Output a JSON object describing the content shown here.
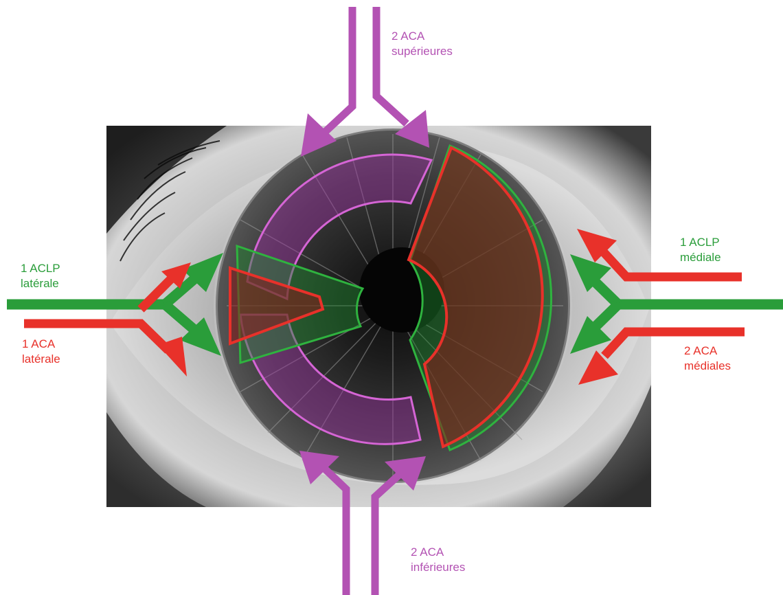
{
  "colors": {
    "aca_superior_inferior": "#b352b3",
    "aclp": "#2a9d3a",
    "aca_lateral_medial": "#e8312a"
  },
  "labels": {
    "aca_superieures": {
      "line1": "2 ACA",
      "line2": "supérieures"
    },
    "aca_inferieures": {
      "line1": "2 ACA",
      "line2": "inférieures"
    },
    "aclp_laterale": {
      "line1": "1 ACLP",
      "line2": "latérale"
    },
    "aca_laterale": {
      "line1": "1 ACA",
      "line2": "latérale"
    },
    "aclp_mediale": {
      "line1": "1 ACLP",
      "line2": "médiale"
    },
    "aca_mediales": {
      "line1": "2 ACA",
      "line2": "médiales"
    }
  }
}
